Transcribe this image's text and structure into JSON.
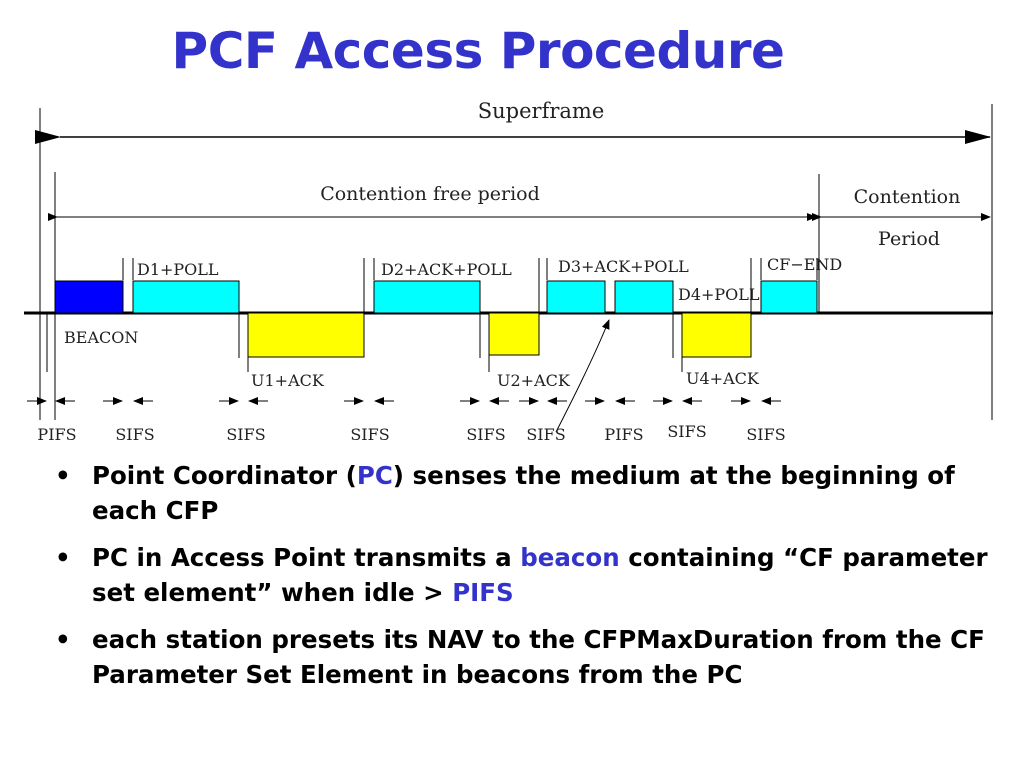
{
  "title": "PCF Access Procedure",
  "diagram": {
    "superframe": "Superframe",
    "cfp": "Contention free period",
    "cp_line1": "Contention",
    "cp_line2": "Period",
    "frames": {
      "beacon": "BEACON",
      "d1": "D1+POLL",
      "u1": "U1+ACK",
      "d2": "D2+ACK+POLL",
      "u2": "U2+ACK",
      "d3": "D3+ACK+POLL",
      "d4": "D4+POLL",
      "u4": "U4+ACK",
      "cfend": "CF−END"
    },
    "gaps": [
      "PIFS",
      "SIFS",
      "SIFS",
      "SIFS",
      "SIFS",
      "SIFS",
      "PIFS",
      "SIFS",
      "SIFS"
    ],
    "colors": {
      "beacon": "#0000ff",
      "downlink": "#00ffff",
      "uplink": "#ffff00",
      "title": "#3333cc"
    }
  },
  "bullets": [
    {
      "pre": "Point Coordinator (",
      "hl": "PC",
      "post": ") senses the medium at the beginning of each CFP"
    },
    {
      "pre": "PC in Access Point transmits a ",
      "hl": "beacon",
      "mid": " containing “CF parameter set element” when idle > ",
      "hl2": "PIFS"
    },
    {
      "pre": "each station presets its NAV to the CFPMaxDuration from the CF Parameter Set Element in beacons from the PC"
    }
  ]
}
